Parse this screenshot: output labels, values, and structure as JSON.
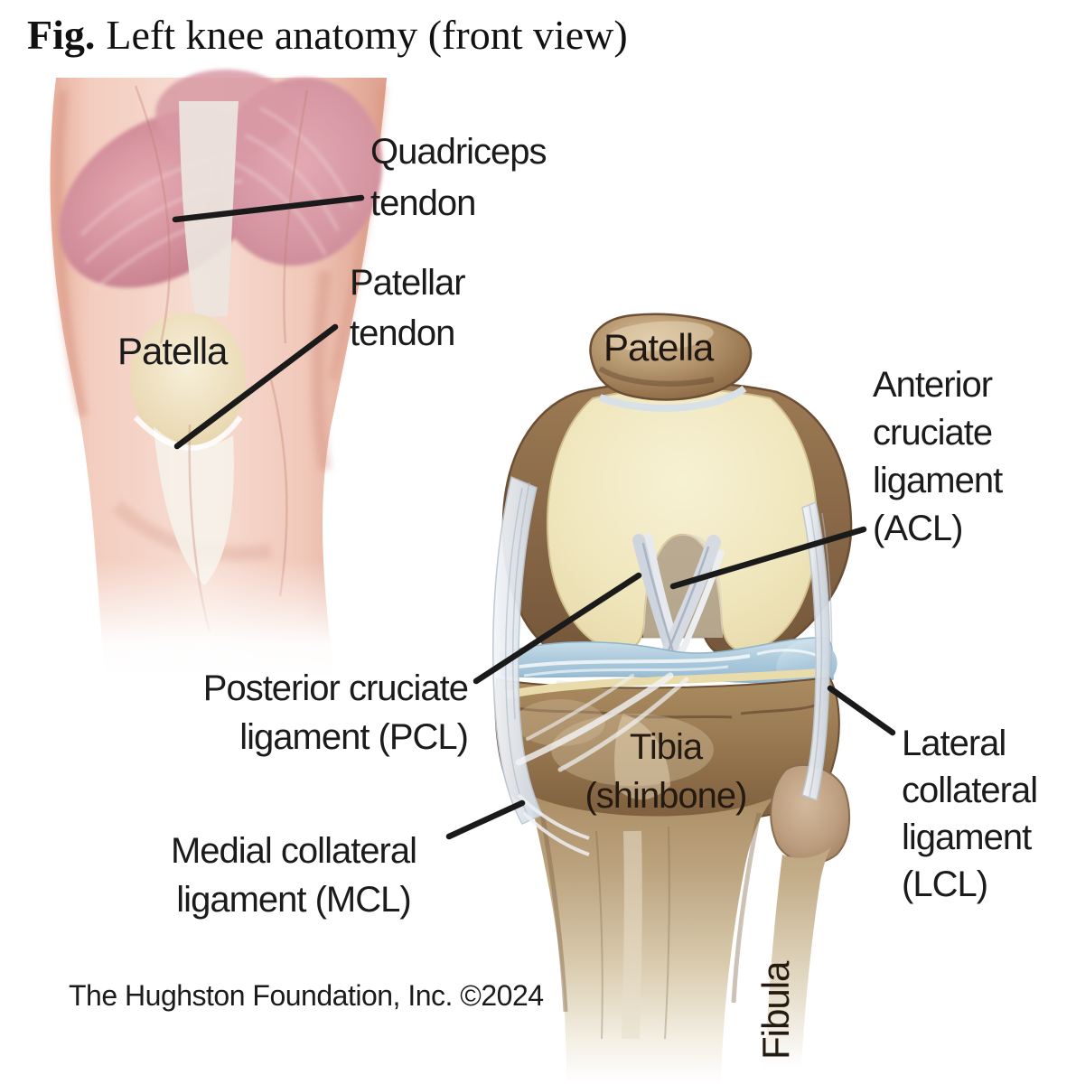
{
  "figure": {
    "title": {
      "fig": "Fig.",
      "rest": "Left knee anatomy (front view)"
    },
    "credit": "The Hughston Foundation, Inc. ©2024",
    "description": "Two anatomical illustrations of the left knee, front view: skin/muscle view (left) and bone/ligament view (right)"
  },
  "labels": {
    "quadriceps_tendon": {
      "lines": [
        "Quadriceps",
        "tendon"
      ]
    },
    "patellar_tendon": {
      "lines": [
        "Patellar",
        "tendon"
      ]
    },
    "patella_left": {
      "text": "Patella"
    },
    "patella_right": {
      "text": "Patella"
    },
    "acl": {
      "lines": [
        "Anterior",
        "cruciate",
        "ligament",
        "(ACL)"
      ]
    },
    "pcl": {
      "lines": [
        "Posterior cruciate",
        "ligament (PCL)"
      ]
    },
    "tibia": {
      "lines": [
        "Tibia",
        "(shinbone)"
      ]
    },
    "lcl": {
      "lines": [
        "Lateral",
        "collateral",
        "ligament",
        "(LCL)"
      ]
    },
    "mcl": {
      "lines": [
        "Medial collateral",
        "ligament (MCL)"
      ]
    },
    "fibula": {
      "text": "Fibula"
    }
  },
  "palette": {
    "background": "#ffffff",
    "label_text": "#1b1b1b",
    "leader_line": "#1a1a1a",
    "skin_pink": "#f3cdbf",
    "muscle_pink": "#d28e9a",
    "bone_ivory": "#f0e6bd",
    "bone_brown": "#8a684b",
    "tibia_brown": "#9a7a52",
    "meniscus_blue": "#aecbdd",
    "ligament_white": "#e2e7ee"
  }
}
